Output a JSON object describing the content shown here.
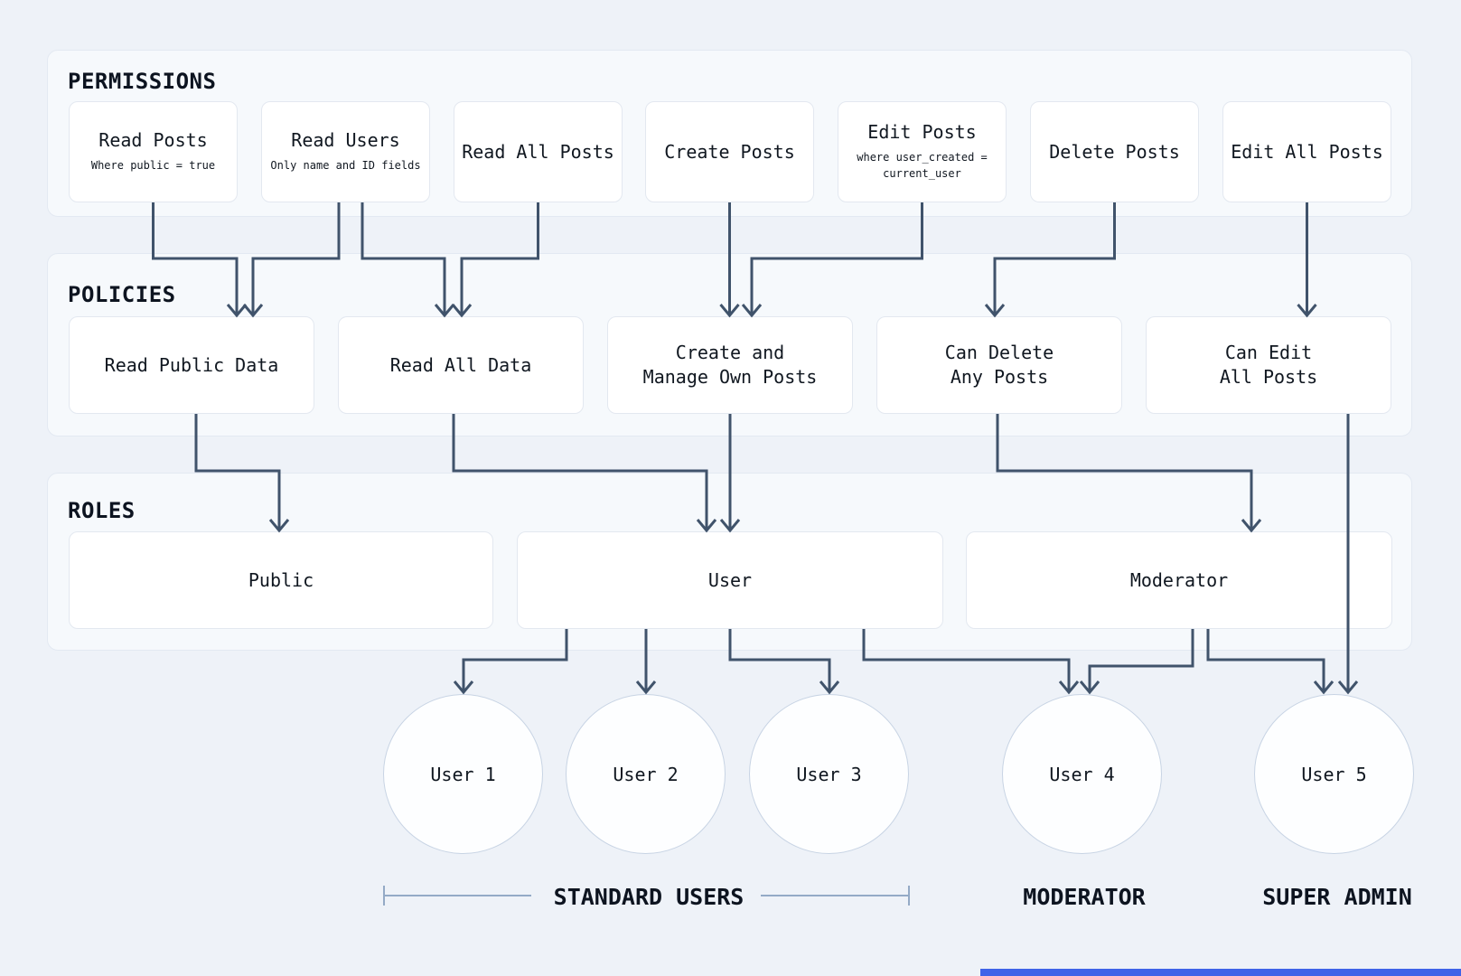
{
  "colors": {
    "background": "#eef2f8",
    "panel": "#f6f9fc",
    "node": "#ffffff",
    "connector": "#40536b",
    "bracket": "#94aac6",
    "text": "#101720",
    "bottom_bar": "#3f63e8"
  },
  "sections": {
    "permissions": {
      "title": "PERMISSIONS",
      "items": [
        {
          "label": "Read Posts",
          "sublabel": "Where public = true"
        },
        {
          "label": "Read Users",
          "sublabel": "Only name and ID fields"
        },
        {
          "label": "Read All Posts",
          "sublabel": ""
        },
        {
          "label": "Create Posts",
          "sublabel": ""
        },
        {
          "label": "Edit Posts",
          "sublabel": "where user_created = current_user"
        },
        {
          "label": "Delete Posts",
          "sublabel": ""
        },
        {
          "label": "Edit All Posts",
          "sublabel": ""
        }
      ]
    },
    "policies": {
      "title": "POLICIES",
      "items": [
        {
          "line1": "Read Public Data",
          "line2": ""
        },
        {
          "line1": "Read All Data",
          "line2": ""
        },
        {
          "line1": "Create and",
          "line2": "Manage Own Posts"
        },
        {
          "line1": "Can Delete",
          "line2": "Any Posts"
        },
        {
          "line1": "Can Edit",
          "line2": "All Posts"
        }
      ]
    },
    "roles": {
      "title": "ROLES",
      "items": [
        {
          "label": "Public"
        },
        {
          "label": "User"
        },
        {
          "label": "Moderator"
        }
      ]
    }
  },
  "users": [
    {
      "label": "User 1"
    },
    {
      "label": "User 2"
    },
    {
      "label": "User 3"
    },
    {
      "label": "User 4"
    },
    {
      "label": "User 5"
    }
  ],
  "group_labels": {
    "standard": "STANDARD USERS",
    "moderator": "MODERATOR",
    "super_admin": "SUPER ADMIN"
  }
}
